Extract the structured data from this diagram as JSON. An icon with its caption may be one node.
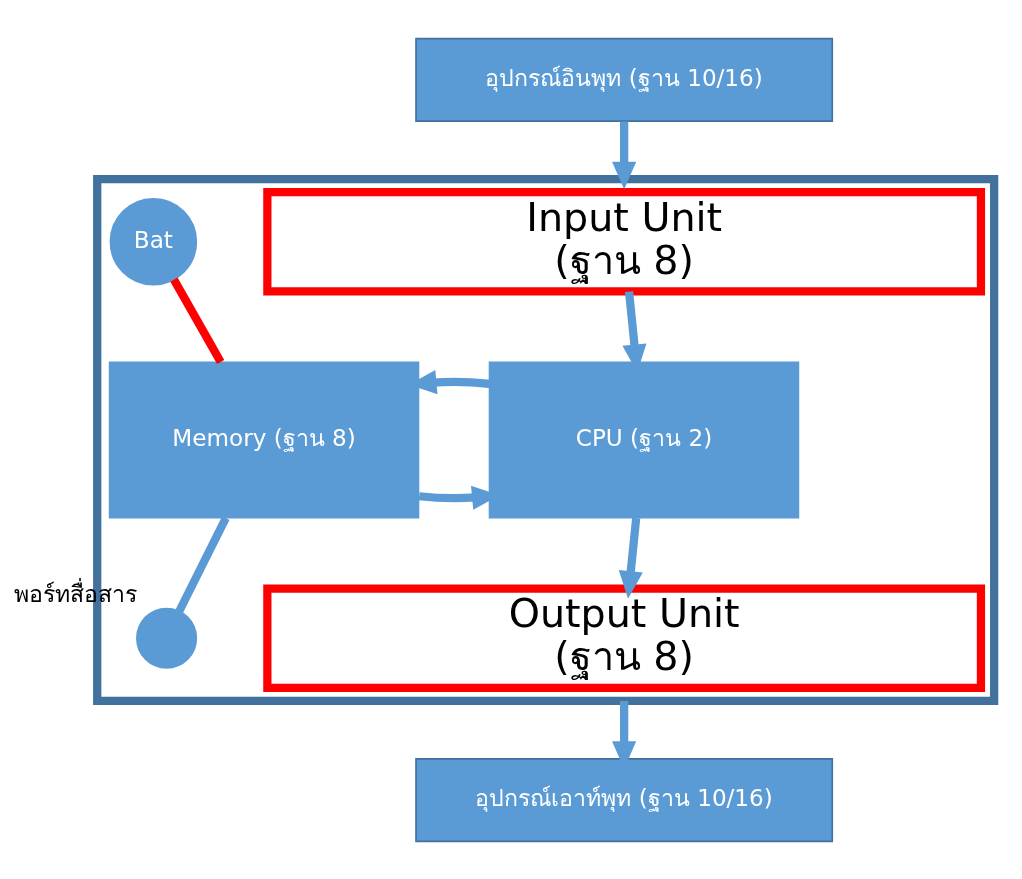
{
  "diagram": {
    "nodes": [
      {
        "text": [
          "อุปกรณ์อินพุท (ฐาน 10/16)"
        ]
      },
      {
        "text": [],
        "shape": "box"
      },
      {
        "text": [
          "Input Unit",
          "(ฐาน 8)"
        ],
        "in": 1
      },
      {
        "text": [
          "Bat"
        ],
        "in": 1
      },
      {
        "text": [
          "Memory (ฐาน 8)"
        ],
        "in": 1
      },
      {
        "text": [
          "CPU (ฐาน 2)"
        ],
        "in": 1
      },
      {
        "text": [],
        "shape": "circle",
        "beside": [
          "พอร์ทสื่อสาร"
        ],
        "in": 1
      },
      {
        "text": [
          "Output Unit",
          "(ฐาน 8)"
        ],
        "in": 1
      },
      {
        "text": [
          "อุปกรณ์เอาท์พุท (ฐาน 10/16)"
        ]
      }
    ],
    "edges": [
      {
        "from": 0,
        "to": 1,
        "arrow": "to"
      },
      {
        "from": 2,
        "to": 5,
        "arrow": "to"
      },
      {
        "from": 4,
        "to": 5,
        "arrow": "to"
      },
      {
        "from": 5,
        "to": 4,
        "arrow": "to"
      },
      {
        "from": 5,
        "to": 7,
        "arrow": "to"
      },
      {
        "from": 3,
        "to": 4,
        "arrow": "none",
        "color": "#ff0000"
      },
      {
        "from": 4,
        "to": 6,
        "arrow": "none"
      },
      {
        "from": 1,
        "to": 8,
        "arrow": "to"
      }
    ]
  }
}
